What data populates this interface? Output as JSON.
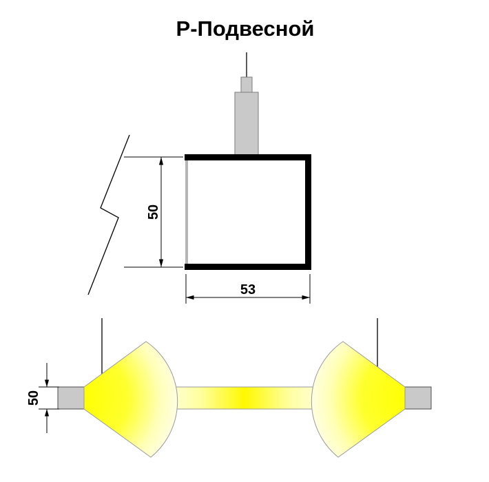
{
  "title": "Р-Подвесной",
  "top_view": {
    "height_dim": "50",
    "width_dim": "53"
  },
  "bottom_view": {
    "height_dim": "50"
  },
  "colors": {
    "line": "#000000",
    "profile_black": "#000000",
    "mount_gray": "#c9c9c9",
    "diffuser_gray": "#b5b5b5",
    "cap_gray": "#c9c9c9",
    "glow_core": "#ffff00",
    "glow_mid": "#ffff2e",
    "glow_soft": "#ffffb4",
    "glow_edge": "#fffef2",
    "background": "#ffffff"
  }
}
